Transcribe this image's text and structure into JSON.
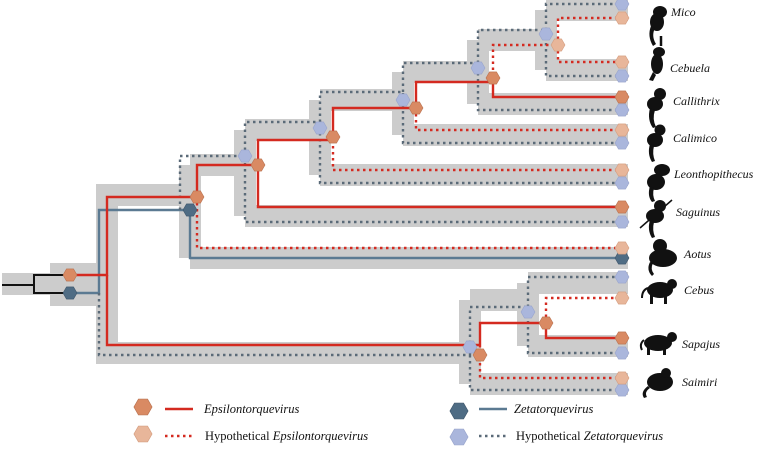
{
  "taxa": [
    "Mico",
    "Cebuela",
    "Callithrix",
    "Calimico",
    "Leonthopithecus",
    "Saguinus",
    "Aotus",
    "Cebus",
    "Sapajus",
    "Saimiri"
  ],
  "legend": {
    "epsilon": "Epsilontorquevirus",
    "hypothetical_prefix": "Hypothetical ",
    "zeta": "Zetatorquevirus"
  },
  "colors": {
    "host_tree": "#cccccc",
    "root_line": "#111111",
    "epsilon_line": "#d42a20",
    "epsilon_node": "#d98a63",
    "epsilon_node_hypothetical": "#e8b69a",
    "zeta_line": "#5b7a92",
    "zeta_node": "#4f6c84",
    "zeta_node_hypothetical": "#aab6dc",
    "hypothetical_zeta_dots": "#5a6a78"
  }
}
